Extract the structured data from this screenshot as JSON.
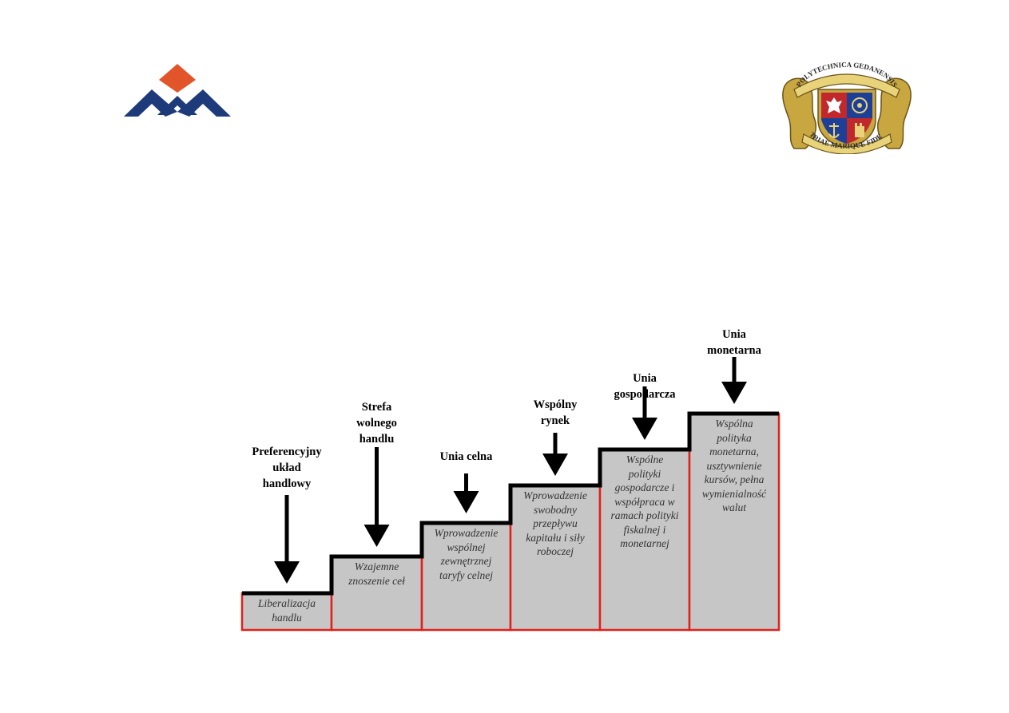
{
  "logos": {
    "left": {
      "icon": "triangles-logo-icon",
      "colors": {
        "orange": "#e2542a",
        "blue": "#1d3b7a"
      }
    },
    "right": {
      "icon": "university-crest-icon",
      "text_top": "POLYTECHNICA GEDANENSIS",
      "text_bottom": "PATRIAE MARIQUE FIDELIS",
      "colors": {
        "gold": "#c8a640",
        "red": "#c0282c",
        "blue": "#1d3f97"
      }
    }
  },
  "diagram": {
    "colors": {
      "step_fill": "#c6c6c6",
      "step_border": "#e0211b",
      "stair_line": "#000000",
      "arrow": "#000000"
    },
    "stages": [
      {
        "label": [
          "Preferencyjny",
          "układ",
          "handlowy"
        ],
        "description": [
          "Liberalizacja",
          "handlu"
        ]
      },
      {
        "label": [
          "Strefa",
          "wolnego",
          "handlu"
        ],
        "description": [
          "Wzajemne",
          "znoszenie ceł"
        ]
      },
      {
        "label": [
          "Unia celna"
        ],
        "description": [
          "Wprowadzenie",
          "wspólnej",
          "zewnętrznej",
          "taryfy celnej"
        ]
      },
      {
        "label": [
          "Wspólny",
          "rynek"
        ],
        "description": [
          "Wprowadzenie",
          "swobodny",
          "przepływu",
          "kapitału i siły",
          "roboczej"
        ]
      },
      {
        "label": [
          "Unia",
          "gospodarcza"
        ],
        "description": [
          "Wspólne",
          "polityki",
          "gospodarcze i",
          "współpraca w",
          "ramach polityki",
          "fiskalnej i",
          "monetarnej"
        ]
      },
      {
        "label": [
          "Unia",
          "monetarna"
        ],
        "description": [
          "Wspólna",
          "polityka",
          "monetarna,",
          "usztywnienie",
          "kursów, pełna",
          "wymienialność",
          "walut"
        ]
      }
    ]
  }
}
